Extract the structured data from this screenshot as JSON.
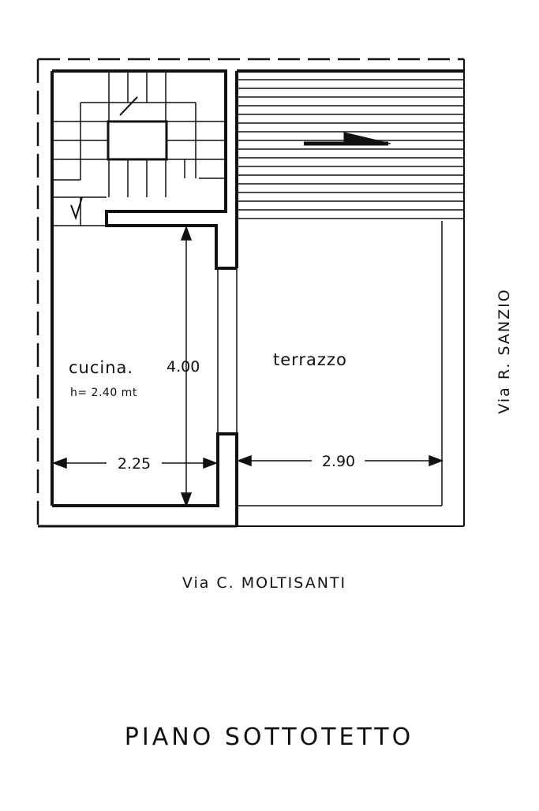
{
  "plan": {
    "title": "PIANO SOTTOTETTO",
    "street_bottom": "Via  C. MOLTISANTI",
    "street_right": "Via  R. SANZIO",
    "rooms": [
      {
        "id": "cucina",
        "label": "cucina.",
        "height_note": "h= 2.40 mt"
      },
      {
        "id": "terrazzo",
        "label": "terrazzo"
      }
    ],
    "dimensions": {
      "cucina_width": "2.25",
      "cucina_depth": "4.00",
      "terrazzo_width": "2.90"
    }
  }
}
